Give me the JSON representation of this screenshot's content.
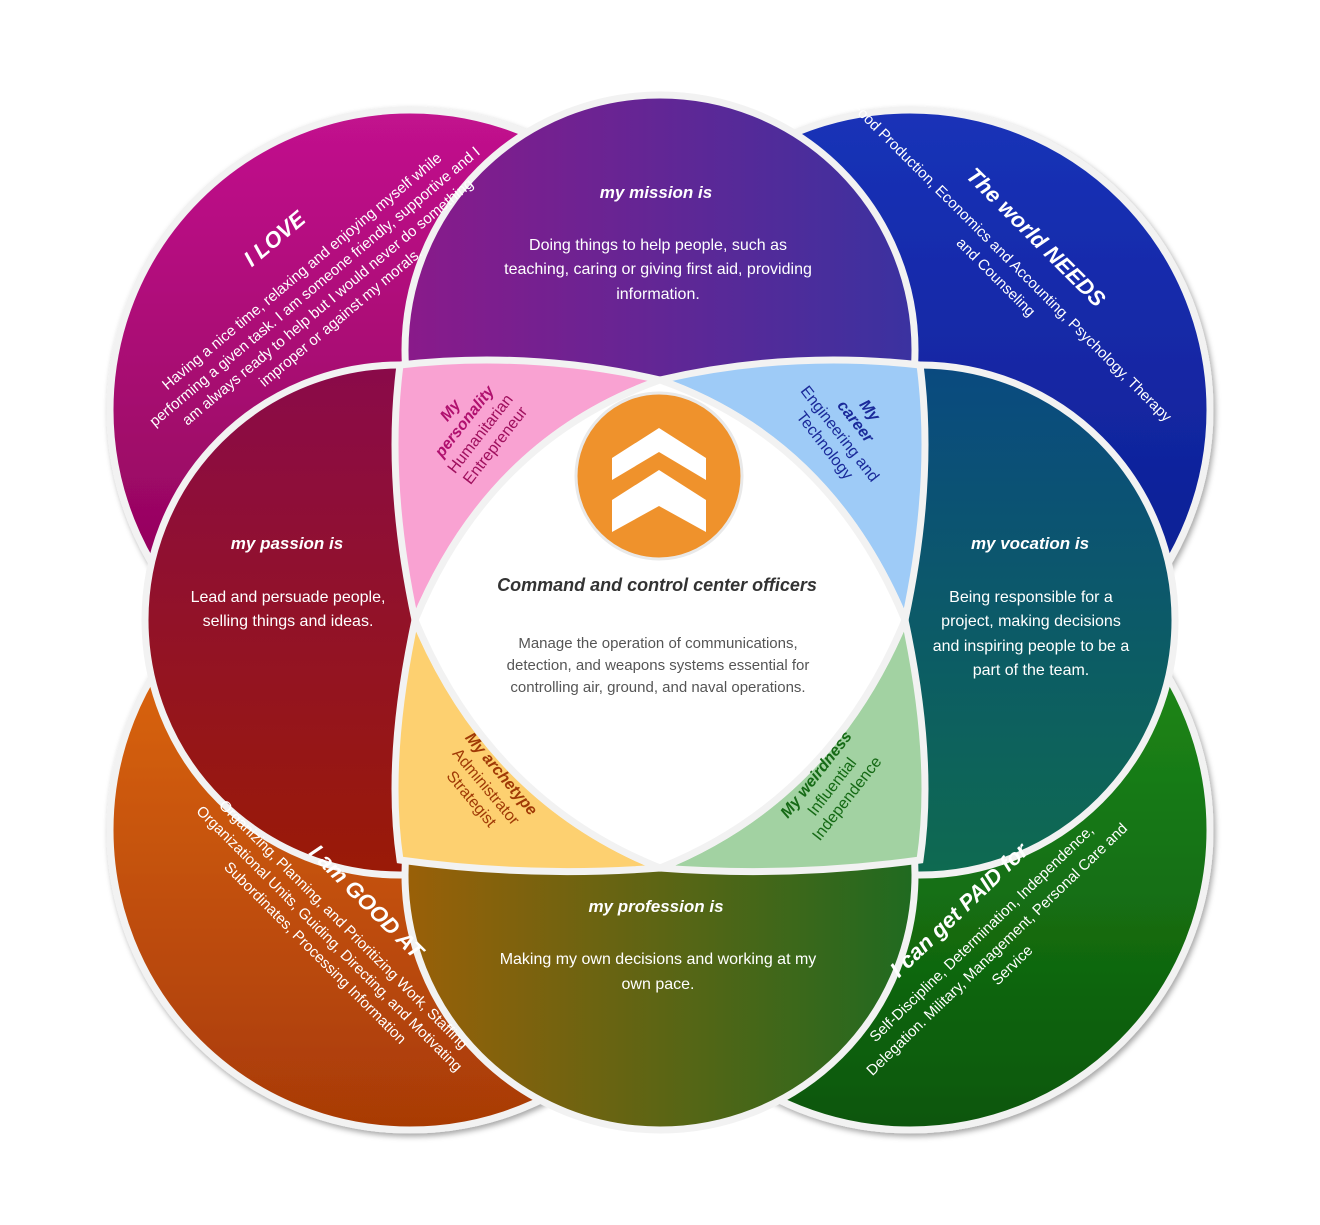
{
  "colors": {
    "love": "#a80f7a",
    "needs": "#1428a8",
    "good": "#d0600e",
    "paid": "#157515",
    "mission": "#6a2a98",
    "passion": "#940c20",
    "vocation": "#0b5b6a",
    "profession": "#7a6a10",
    "personality": "#f9a2d2",
    "career": "#9ecbf7",
    "archetype": "#fdd070",
    "weirdness": "#a2d2a2",
    "logo": "#ef922c"
  },
  "love": {
    "title": "I LOVE",
    "lines": [
      "Having a nice time, relaxing and enjoying myself while",
      "performing a given task. I am someone friendly, supportive and I",
      "am always ready to help but I would never do something",
      "improper or against my morals."
    ]
  },
  "needs": {
    "title": "The world NEEDS",
    "lines": [
      "Food Production, Economics and Accounting, Psychology, Therapy",
      "and Counseling"
    ]
  },
  "good": {
    "title": "I am GOOD AT",
    "lines": [
      "Organizing, Planning, and Prioritizing Work, Staffing",
      "Organizational Units, Guiding, Directing, and Motivating",
      "Subordinates, Processing Information"
    ]
  },
  "paid": {
    "title": "I can get PAID for",
    "lines": [
      "Self-Discipline, Determination, Independence,",
      "Delegation. Military, Management, Personal Care and",
      "Service"
    ]
  },
  "mission": {
    "title": "my mission is",
    "lines": [
      "Doing things to help people, such as",
      "teaching, caring or giving first aid, providing",
      "information."
    ]
  },
  "passion": {
    "title": "my passion is",
    "lines": [
      "Lead and persuade people,",
      "selling things and ideas."
    ]
  },
  "vocation": {
    "title": "my vocation is",
    "lines": [
      "Being responsible for a",
      "project, making decisions",
      "and inspiring people to be a",
      "part of the team."
    ]
  },
  "profession": {
    "title": "my profession is",
    "lines": [
      "Making my own decisions and working at my",
      "own pace."
    ]
  },
  "personality": {
    "title": [
      "My",
      "personality"
    ],
    "lines": [
      "Humanitarian",
      "Entrepreneur"
    ]
  },
  "career": {
    "title": [
      "My",
      "career"
    ],
    "lines": [
      "Engineering and",
      "Technology"
    ]
  },
  "archetype": {
    "title": [
      "My archetype"
    ],
    "lines": [
      "Administrator",
      "Strategist"
    ]
  },
  "weirdness": {
    "title": [
      "My weirdness"
    ],
    "lines": [
      "Influential",
      "Independence"
    ]
  },
  "center": {
    "title": "Command and control center officers",
    "lines": [
      "Manage the operation of communications,",
      "detection, and weapons systems essential for",
      "controlling air, ground, and naval operations."
    ]
  }
}
